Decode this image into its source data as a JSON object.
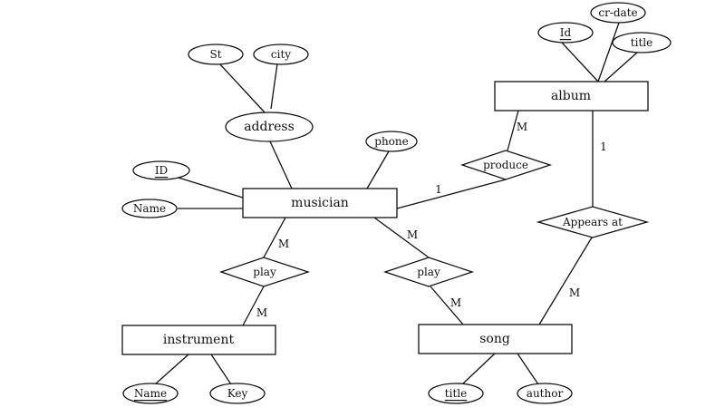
{
  "diagram": {
    "type": "entity-relationship",
    "entities": [
      {
        "id": "musician",
        "label": "musician"
      },
      {
        "id": "album",
        "label": "album"
      },
      {
        "id": "instrument",
        "label": "instrument"
      },
      {
        "id": "song",
        "label": "song"
      }
    ],
    "relationships": [
      {
        "id": "produce",
        "label": "produce",
        "between": [
          "musician",
          "album"
        ],
        "cardinality": [
          "1",
          "M"
        ]
      },
      {
        "id": "appears_at",
        "label": "Appears at",
        "between": [
          "album",
          "song"
        ],
        "cardinality": [
          "1",
          "M"
        ]
      },
      {
        "id": "play_instrument",
        "label": "play",
        "between": [
          "musician",
          "instrument"
        ],
        "cardinality": [
          "M",
          "M"
        ]
      },
      {
        "id": "play_song",
        "label": "play",
        "between": [
          "musician",
          "song"
        ],
        "cardinality": [
          "M",
          "M"
        ]
      }
    ],
    "attributes": [
      {
        "id": "musician_id",
        "label": "ID",
        "owner": "musician",
        "key": true
      },
      {
        "id": "musician_name",
        "label": "Name",
        "owner": "musician",
        "key": false
      },
      {
        "id": "musician_address",
        "label": "address",
        "owner": "musician",
        "key": false
      },
      {
        "id": "musician_phone",
        "label": "phone",
        "owner": "musician",
        "key": false
      },
      {
        "id": "address_st",
        "label": "St",
        "owner": "musician_address",
        "key": false
      },
      {
        "id": "address_city",
        "label": "city",
        "owner": "musician_address",
        "key": false
      },
      {
        "id": "album_id",
        "label": "Id",
        "owner": "album",
        "key": true
      },
      {
        "id": "album_crdate",
        "label": "cr-date",
        "owner": "album",
        "key": false
      },
      {
        "id": "album_title",
        "label": "title",
        "owner": "album",
        "key": false
      },
      {
        "id": "instrument_name",
        "label": "Name",
        "owner": "instrument",
        "key": true
      },
      {
        "id": "instrument_key",
        "label": "Key",
        "owner": "instrument",
        "key": false
      },
      {
        "id": "song_title",
        "label": "title",
        "owner": "song",
        "key": true
      },
      {
        "id": "song_author",
        "label": "author",
        "owner": "song",
        "key": false
      }
    ]
  }
}
